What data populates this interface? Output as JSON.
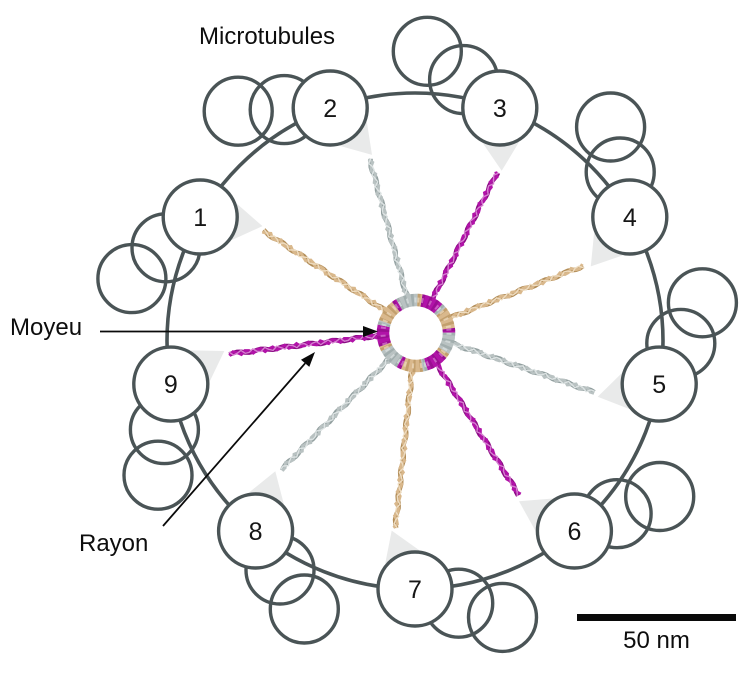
{
  "title": "Microtubules",
  "labels": {
    "hub": "Moyeu",
    "spoke": "Rayon"
  },
  "scale_bar": {
    "text": "50 nm"
  },
  "colors": {
    "outline": "#4a5456",
    "fan": "#e9eaea",
    "arrow": "#0a0a0a",
    "background": "#ffffff",
    "magenta": "#b113a8",
    "magenta_dark": "#8a0b83",
    "magenta_light": "#d67fd1",
    "tan": "#d9b88c",
    "tan_dark": "#b28d58",
    "tan_light": "#eedcc0",
    "gray": "#b9c2c2",
    "gray_dark": "#93a0a0",
    "gray_light": "#dde3e3"
  },
  "triplets": [
    {
      "number": "1",
      "angle_deg": 300,
      "spoke_color": "tan"
    },
    {
      "number": "2",
      "angle_deg": 340,
      "spoke_color": "gray"
    },
    {
      "number": "3",
      "angle_deg": 20,
      "spoke_color": "magenta"
    },
    {
      "number": "4",
      "angle_deg": 60,
      "spoke_color": "tan"
    },
    {
      "number": "5",
      "angle_deg": 100,
      "spoke_color": "gray"
    },
    {
      "number": "6",
      "angle_deg": 140,
      "spoke_color": "magenta"
    },
    {
      "number": "7",
      "angle_deg": 180,
      "spoke_color": "tan"
    },
    {
      "number": "8",
      "angle_deg": 220,
      "spoke_color": "gray"
    },
    {
      "number": "9",
      "angle_deg": 260,
      "spoke_color": "magenta"
    }
  ]
}
